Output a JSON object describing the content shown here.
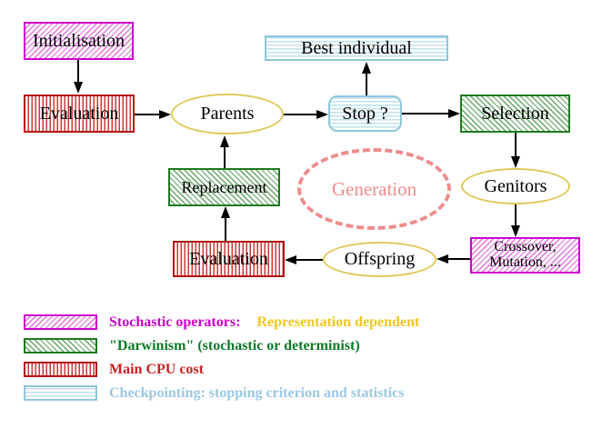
{
  "diagram": {
    "nodes": {
      "initialisation": {
        "label": "Initialisation"
      },
      "evaluation_top": {
        "label": "Evaluation"
      },
      "parents": {
        "label": "Parents"
      },
      "best_individual": {
        "label": "Best individual"
      },
      "stop": {
        "label": "Stop ?"
      },
      "selection": {
        "label": "Selection"
      },
      "genitors": {
        "label": "Genitors"
      },
      "crossover_mutation": {
        "line1": "Crossover,",
        "line2": "Mutation, ..."
      },
      "offspring": {
        "label": "Offspring"
      },
      "evaluation_bottom": {
        "label": "Evaluation"
      },
      "replacement": {
        "label": "Replacement"
      },
      "generation": {
        "label": "Generation"
      }
    },
    "legend": {
      "items": [
        {
          "swatch": "magenta-diagonal-hatch",
          "label": "Stochastic operators:",
          "label_secondary": "Representation dependent",
          "label_color": "#cc00cc",
          "label_secondary_color": "#f0c820"
        },
        {
          "swatch": "green-diagonal-hatch",
          "label": "\"Darwinism\" (stochastic or determinist)",
          "label_color": "#0e7a28"
        },
        {
          "swatch": "red-vertical-stripes",
          "label": "Main CPU cost",
          "label_color": "#cc2020"
        },
        {
          "swatch": "cyan-horizontal-stripes",
          "label": "Checkpointing: stopping criterion and statistics",
          "label_color": "#9cc8e2"
        }
      ]
    },
    "colors": {
      "magenta_border": "#cf00cf",
      "red_border": "#b51414",
      "green_border": "#1e7a1e",
      "cyan_border": "#8fc7dd",
      "yellow_border": "#dfc959",
      "salmon": "#ef8d8d"
    }
  }
}
